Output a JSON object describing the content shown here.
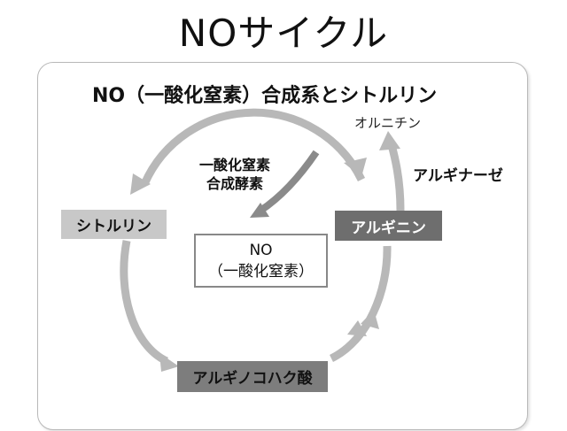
{
  "page": {
    "title": "NOサイクル",
    "subtitle": "NO（一酸化窒素）合成系とシトルリン"
  },
  "diagram": {
    "nodes": {
      "citrulline": "シトルリン",
      "arginine": "アルギニン",
      "argininosuccinate": "アルギノコハク酸",
      "no_line1": "NO",
      "no_line2": "（一酸化窒素）",
      "ornithine": "オルニチン"
    },
    "enzymes": {
      "nos_line1": "一酸化窒素",
      "nos_line2": "合成酵素",
      "arginase": "アルギナーゼ"
    },
    "colors": {
      "arrow": "#b8b8b8",
      "enzyme_arrow": "#8a8a8a",
      "citrulline_box": "#c8c8c8",
      "arginine_box": "#6e6e6e",
      "argininosuccinate_box": "#7d7d7d"
    }
  }
}
